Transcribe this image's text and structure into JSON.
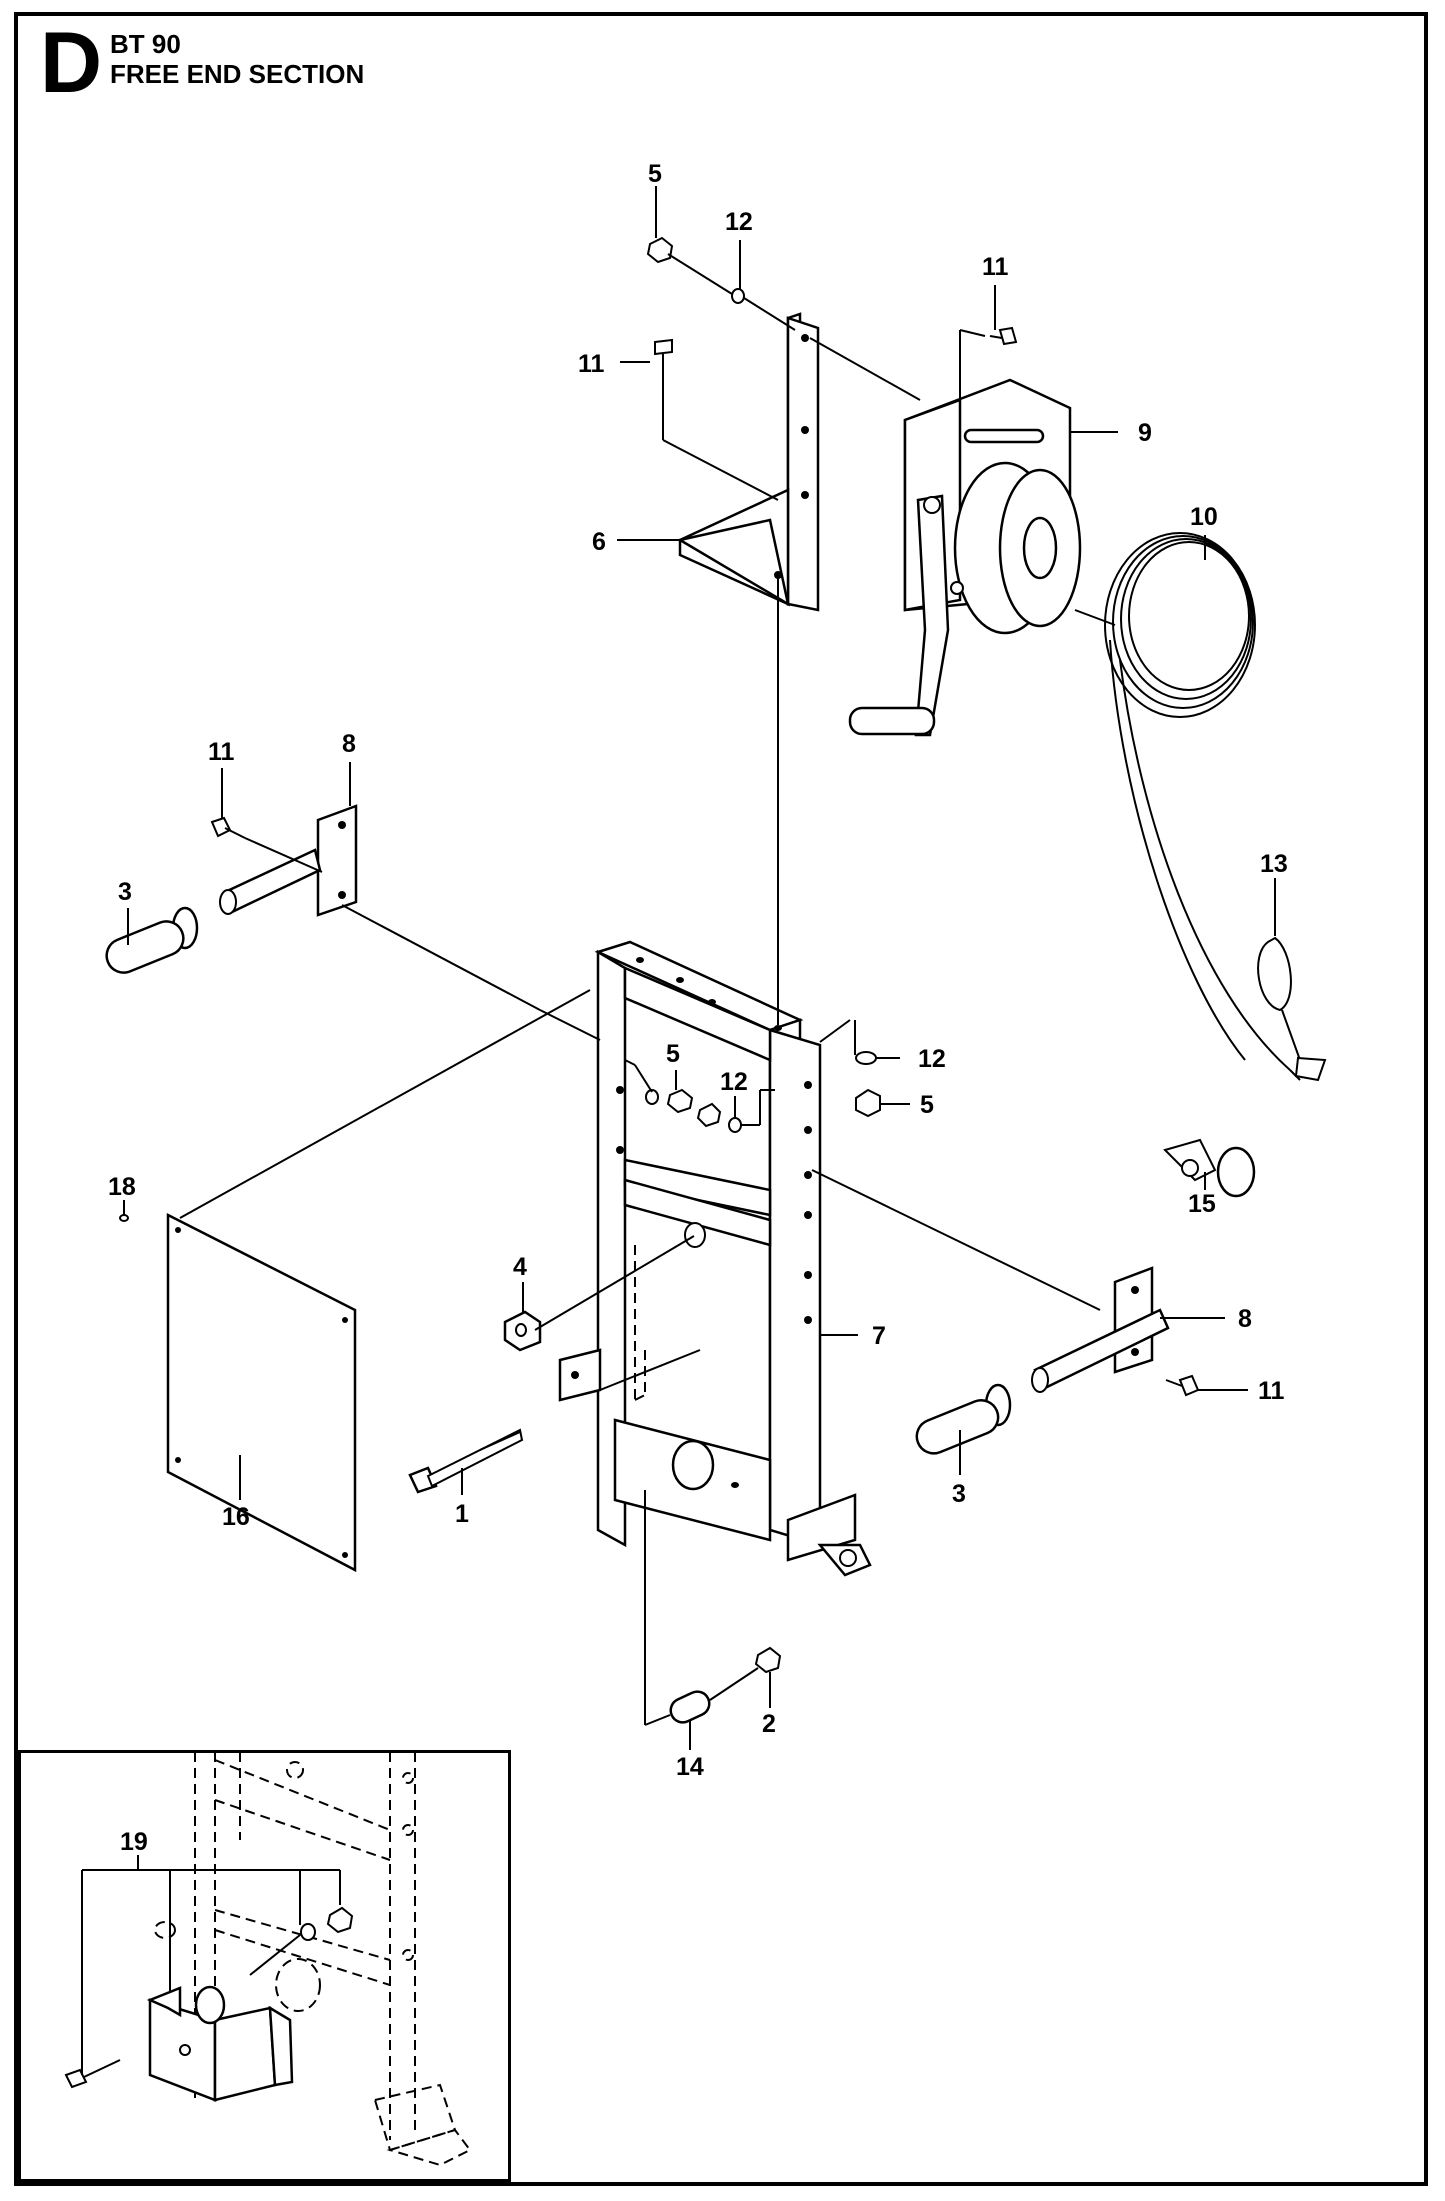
{
  "header": {
    "section_letter": "D",
    "model": "BT 90",
    "section_name": "FREE END SECTION"
  },
  "callouts": {
    "c5_top": "5",
    "c12_top": "12",
    "c11_top_right": "11",
    "c11_top_left": "11",
    "c9": "9",
    "c10": "10",
    "c6": "6",
    "c11_left": "11",
    "c8_left": "8",
    "c3_left": "3",
    "c13": "13",
    "c5_mid": "5",
    "c12_mid": "12",
    "c12_right": "12",
    "c5_right": "5",
    "c15": "15",
    "c18": "18",
    "c4": "4",
    "c7": "7",
    "c8_right": "8",
    "c11_right": "11",
    "c16": "16",
    "c1": "1",
    "c3_right": "3",
    "c2": "2",
    "c14": "14",
    "c19": "19"
  }
}
